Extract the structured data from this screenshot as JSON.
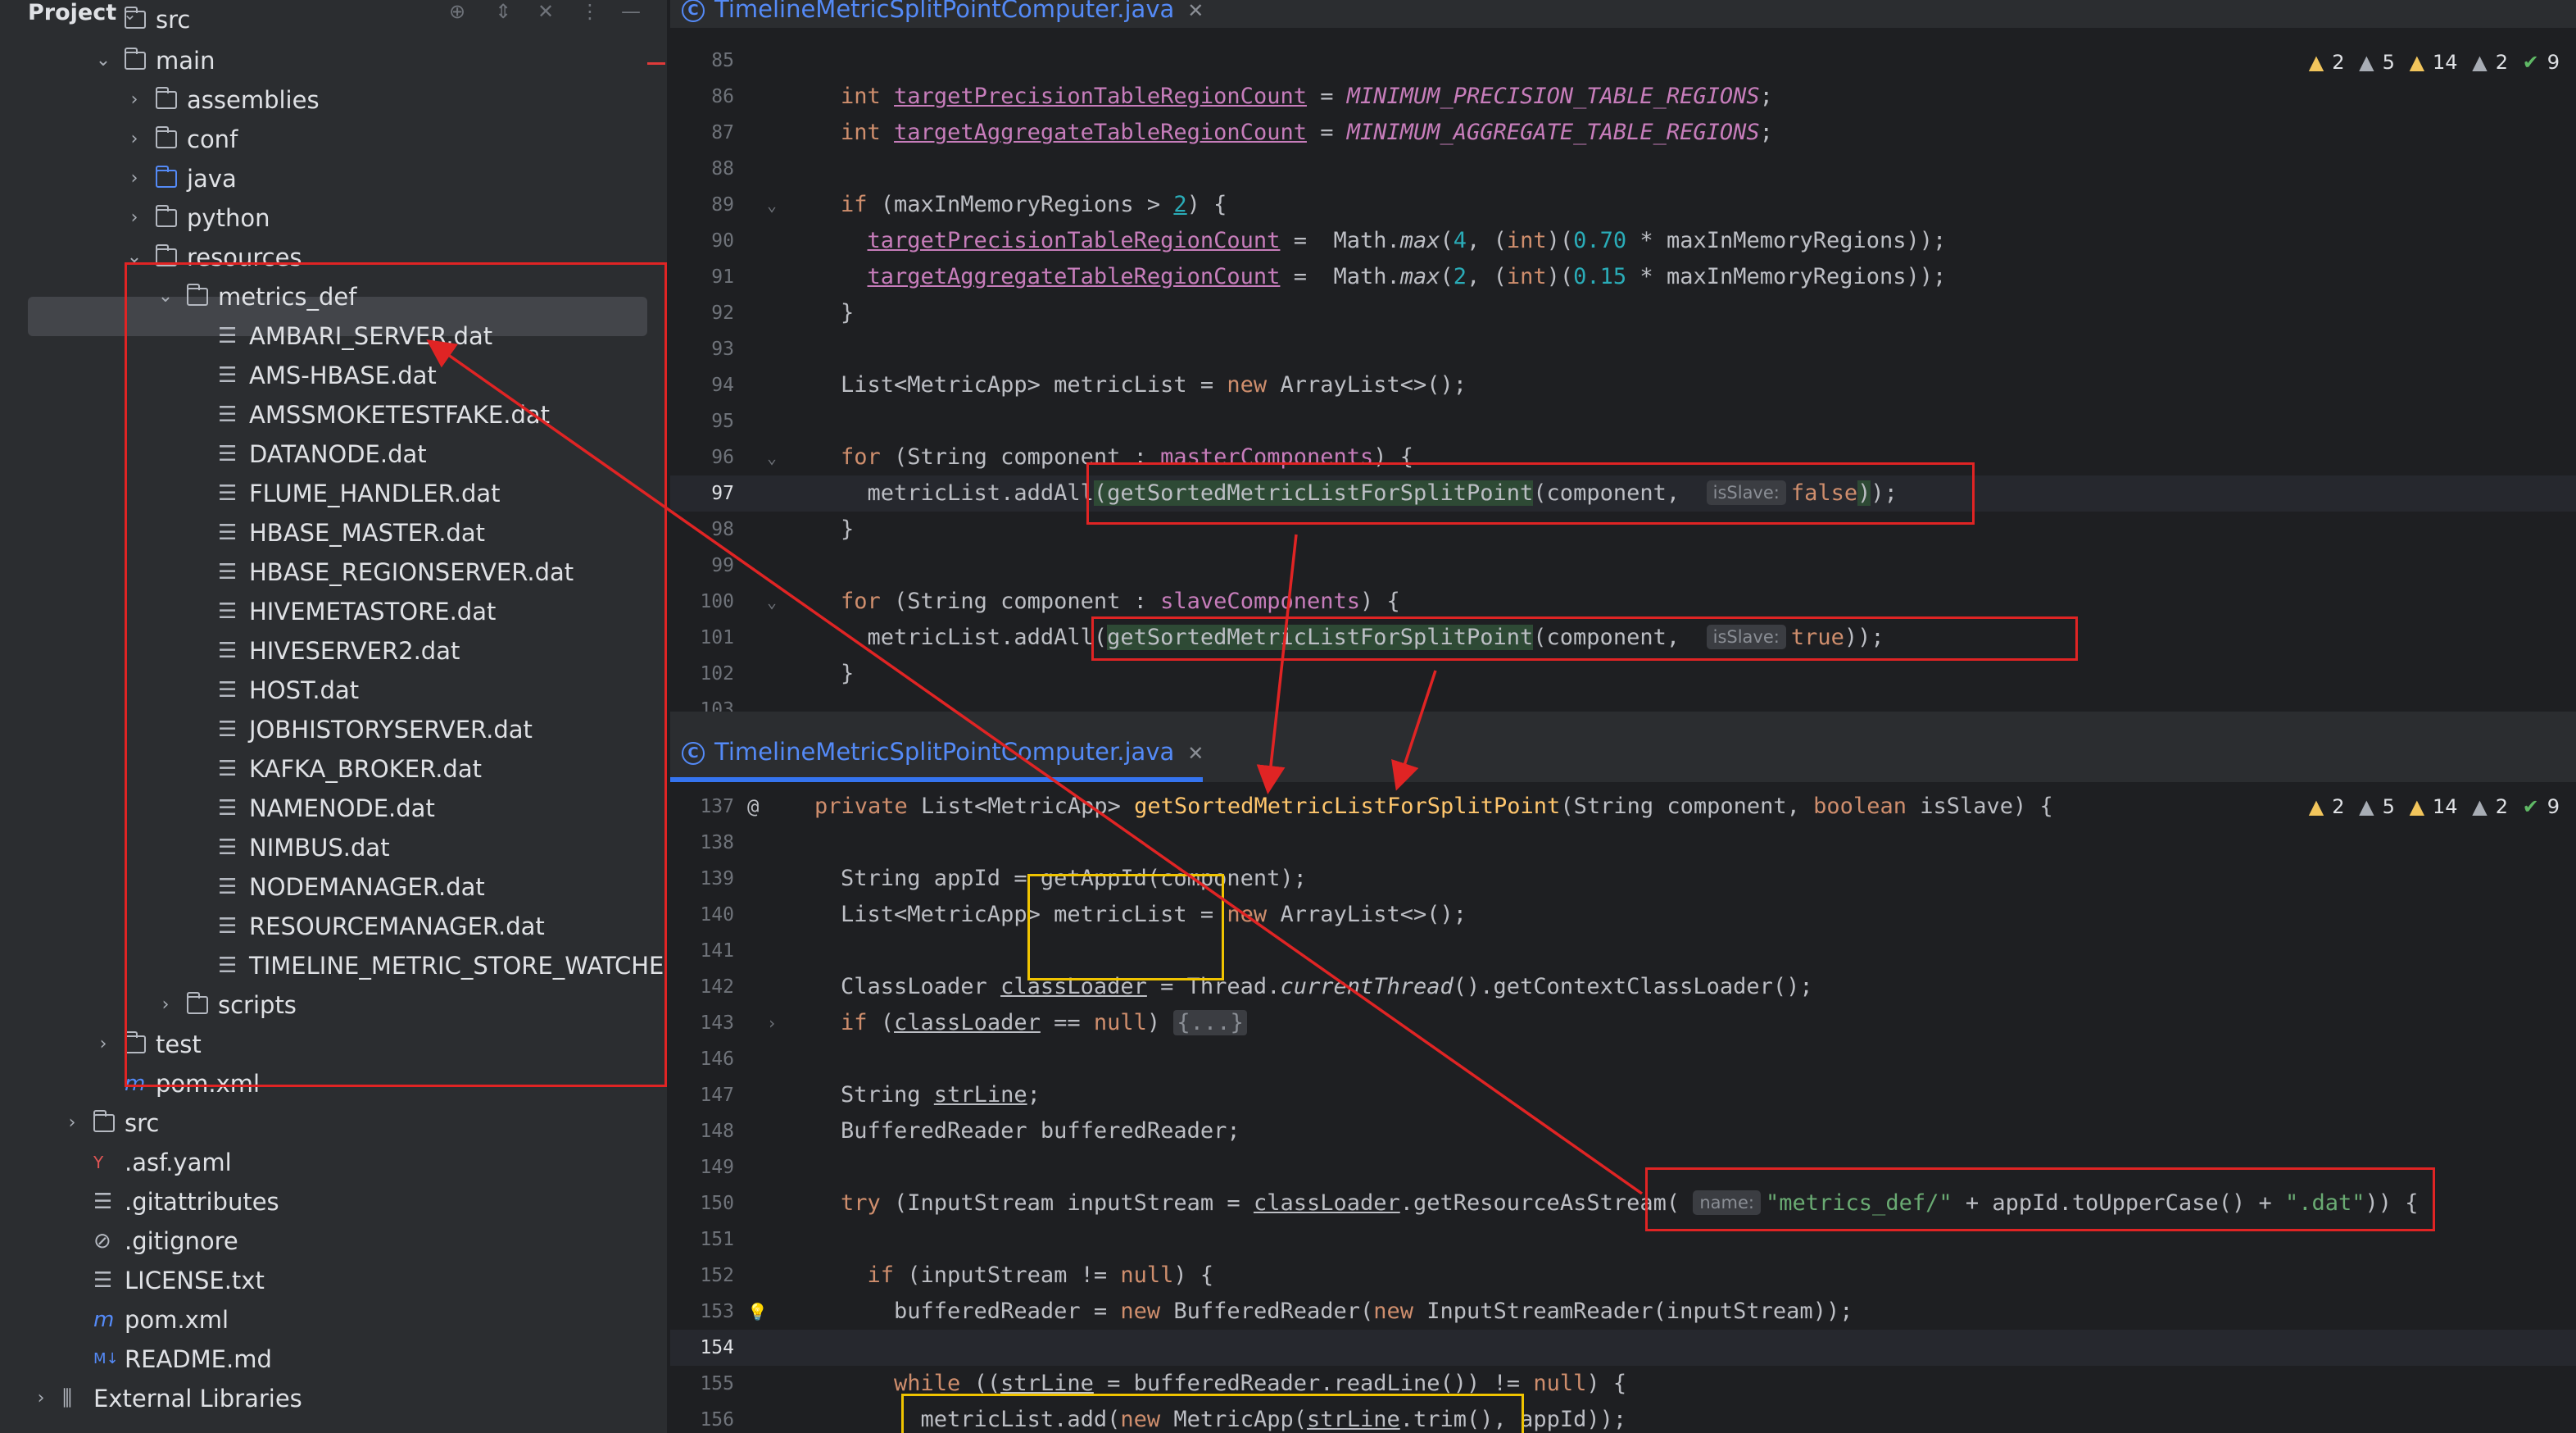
{
  "project_panel": {
    "title": "Project",
    "tree": [
      {
        "label": "src",
        "indent": 1,
        "type": "folder",
        "arrow": ""
      },
      {
        "label": "main",
        "indent": 1,
        "type": "folder",
        "arrow": "⌄"
      },
      {
        "label": "assemblies",
        "indent": 2,
        "type": "folder",
        "arrow": "›"
      },
      {
        "label": "conf",
        "indent": 2,
        "type": "folder",
        "arrow": "›"
      },
      {
        "label": "java",
        "indent": 2,
        "type": "folder-blue",
        "arrow": "›"
      },
      {
        "label": "python",
        "indent": 2,
        "type": "folder",
        "arrow": "›"
      },
      {
        "label": "resources",
        "indent": 2,
        "type": "folder",
        "arrow": "⌄"
      },
      {
        "label": "metrics_def",
        "indent": 3,
        "type": "folder",
        "arrow": "⌄"
      },
      {
        "label": "AMBARI_SERVER.dat",
        "indent": 4,
        "type": "file",
        "arrow": ""
      },
      {
        "label": "AMS-HBASE.dat",
        "indent": 4,
        "type": "file",
        "arrow": ""
      },
      {
        "label": "AMSSMOKETESTFAKE.dat",
        "indent": 4,
        "type": "file",
        "arrow": ""
      },
      {
        "label": "DATANODE.dat",
        "indent": 4,
        "type": "file",
        "arrow": ""
      },
      {
        "label": "FLUME_HANDLER.dat",
        "indent": 4,
        "type": "file",
        "arrow": ""
      },
      {
        "label": "HBASE_MASTER.dat",
        "indent": 4,
        "type": "file",
        "arrow": ""
      },
      {
        "label": "HBASE_REGIONSERVER.dat",
        "indent": 4,
        "type": "file",
        "arrow": ""
      },
      {
        "label": "HIVEMETASTORE.dat",
        "indent": 4,
        "type": "file",
        "arrow": ""
      },
      {
        "label": "HIVESERVER2.dat",
        "indent": 4,
        "type": "file",
        "arrow": ""
      },
      {
        "label": "HOST.dat",
        "indent": 4,
        "type": "file",
        "arrow": ""
      },
      {
        "label": "JOBHISTORYSERVER.dat",
        "indent": 4,
        "type": "file",
        "arrow": ""
      },
      {
        "label": "KAFKA_BROKER.dat",
        "indent": 4,
        "type": "file",
        "arrow": ""
      },
      {
        "label": "NAMENODE.dat",
        "indent": 4,
        "type": "file",
        "arrow": ""
      },
      {
        "label": "NIMBUS.dat",
        "indent": 4,
        "type": "file",
        "arrow": ""
      },
      {
        "label": "NODEMANAGER.dat",
        "indent": 4,
        "type": "file",
        "arrow": ""
      },
      {
        "label": "RESOURCEMANAGER.dat",
        "indent": 4,
        "type": "file",
        "arrow": ""
      },
      {
        "label": "TIMELINE_METRIC_STORE_WATCHE",
        "indent": 4,
        "type": "file",
        "arrow": ""
      },
      {
        "label": "scripts",
        "indent": 3,
        "type": "folder",
        "arrow": "›"
      },
      {
        "label": "test",
        "indent": 1,
        "type": "folder",
        "arrow": "›"
      },
      {
        "label": "pom.xml",
        "indent": 1,
        "type": "maven",
        "arrow": ""
      },
      {
        "label": "src",
        "indent": 0,
        "type": "folder",
        "arrow": "›"
      },
      {
        "label": ".asf.yaml",
        "indent": 0,
        "type": "yaml",
        "arrow": ""
      },
      {
        "label": ".gitattributes",
        "indent": 0,
        "type": "file",
        "arrow": ""
      },
      {
        "label": ".gitignore",
        "indent": 0,
        "type": "ignore",
        "arrow": ""
      },
      {
        "label": "LICENSE.txt",
        "indent": 0,
        "type": "file",
        "arrow": ""
      },
      {
        "label": "pom.xml",
        "indent": 0,
        "type": "maven",
        "arrow": ""
      },
      {
        "label": "README.md",
        "indent": 0,
        "type": "markdown",
        "arrow": ""
      },
      {
        "label": "External Libraries",
        "indent": -1,
        "type": "library",
        "arrow": "›"
      }
    ]
  },
  "editor_top": {
    "tab_label": "TimelineMetricSplitPointComputer.java",
    "inspections": {
      "w1": "2",
      "w2": "5",
      "w3": "14",
      "w4": "2",
      "ok": "9"
    },
    "lines": [
      {
        "n": "85",
        "html": ""
      },
      {
        "n": "86",
        "html": "<span class='kw'>int</span> <span class='fld ul'>targetPrecisionTableRegionCount</span> = <span class='const'>MINIMUM_PRECISION_TABLE_REGIONS</span>;"
      },
      {
        "n": "87",
        "html": "<span class='kw'>int</span> <span class='fld ul'>targetAggregateTableRegionCount</span> = <span class='const'>MINIMUM_AGGREGATE_TABLE_REGIONS</span>;"
      },
      {
        "n": "88",
        "html": ""
      },
      {
        "n": "89",
        "html": "<span class='kw'>if</span> (maxInMemoryRegions &gt; <span class='num ul'>2</span>) {",
        "fold": "⌄"
      },
      {
        "n": "90",
        "html": "  <span class='fld ul'>targetPrecisionTableRegionCount</span> =  Math.<span class='stat'>max</span>(<span class='num'>4</span>, (<span class='kw'>int</span>)(<span class='num'>0.70</span> * maxInMemoryRegions));"
      },
      {
        "n": "91",
        "html": "  <span class='fld ul'>targetAggregateTableRegionCount</span> =  Math.<span class='stat'>max</span>(<span class='num'>2</span>, (<span class='kw'>int</span>)(<span class='num'>0.15</span> * maxInMemoryRegions));"
      },
      {
        "n": "92",
        "html": "}"
      },
      {
        "n": "93",
        "html": ""
      },
      {
        "n": "94",
        "html": "List&lt;MetricApp&gt; metricList = <span class='kw'>new</span> ArrayList&lt;&gt;();"
      },
      {
        "n": "95",
        "html": ""
      },
      {
        "n": "96",
        "html": "<span class='kw'>for</span> (String component : <span class='fld'>masterComponents</span>) {",
        "fold": "⌄"
      },
      {
        "n": "97",
        "html": "  metricList.addAll<span class='hlbox'>(</span><span class='hlbox'>getSortedMetricListForSplitPoint</span>(component,  <span class='hint'>isSlave:</span><span class='kw'>false</span><span class='hlbox'>)</span>);",
        "active": true
      },
      {
        "n": "98",
        "html": "}"
      },
      {
        "n": "99",
        "html": ""
      },
      {
        "n": "100",
        "html": "<span class='kw'>for</span> (String component : <span class='fld'>slaveComponents</span>) {",
        "fold": "⌄"
      },
      {
        "n": "101",
        "html": "  metricList.addAll(<span class='hlbox'>getSortedMetricListForSplitPoint</span>(component,  <span class='hint'>isSlave:</span><span class='kw'>true</span>));"
      },
      {
        "n": "102",
        "html": "}"
      },
      {
        "n": "103",
        "html": ""
      }
    ]
  },
  "editor_bottom": {
    "tab_label": "TimelineMetricSplitPointComputer.java",
    "inspections": {
      "w1": "2",
      "w2": "5",
      "w3": "14",
      "w4": "2",
      "ok": "9"
    },
    "lines": [
      {
        "n": "137",
        "html": "<span class='kw'>private</span> List&lt;MetricApp&gt; <span class='fn' style='color:#ffc66d'>getSortedMetricListForSplitPoint</span>(String component, <span class='kw'>boolean</span> isSlave) {",
        "code_indent": 0,
        "gicon": "@"
      },
      {
        "n": "138",
        "html": ""
      },
      {
        "n": "139",
        "html": "String appId = getAppId(component);"
      },
      {
        "n": "140",
        "html": "List&lt;MetricApp&gt; metricList = <span class='kw'>new</span> ArrayList&lt;&gt;();"
      },
      {
        "n": "141",
        "html": ""
      },
      {
        "n": "142",
        "html": "ClassLoader <span class='ul'>classLoader</span> = Thread.<span class='stat'>currentThread</span>().getContextClassLoader();"
      },
      {
        "n": "143",
        "html": "<span class='kw'>if</span> (<span class='ul'>classLoader</span> == <span class='kw'>null</span>) <span class='folded'>{...}</span>",
        "fold": "›"
      },
      {
        "n": "146",
        "html": ""
      },
      {
        "n": "147",
        "html": "String <span class='ul'>strLine</span>;"
      },
      {
        "n": "148",
        "html": "BufferedReader bufferedReader;"
      },
      {
        "n": "149",
        "html": ""
      },
      {
        "n": "150",
        "html": "<span class='kw'>try</span> (InputStream inputStream = <span class='ul'>classLoader</span>.getResourceAsStream( <span class='hint'>name:</span><span class='str'>\"metrics_def/\"</span> + appId.toUpperCase() + <span class='str'>\".dat\"</span>)) {"
      },
      {
        "n": "151",
        "html": ""
      },
      {
        "n": "152",
        "html": "  <span class='kw'>if</span> (inputStream != <span class='kw'>null</span>) {"
      },
      {
        "n": "153",
        "html": "    bufferedReader = <span class='kw'>new</span> BufferedReader(<span class='kw'>new</span> InputStreamReader(inputStream));",
        "gicon": "bulb"
      },
      {
        "n": "154",
        "html": "",
        "active": true
      },
      {
        "n": "155",
        "html": "    <span class='kw'>while</span> ((<span class='ul'>strLine</span> = bufferedReader.readLine()) != <span class='kw'>null</span>) {"
      },
      {
        "n": "156",
        "html": "      metricList.add(<span class='kw'>new</span> MetricApp(<span class='ul'>strLine</span>.trim(), appId));"
      }
    ]
  },
  "colors": {
    "red_annotation": "#e02424",
    "yellow_annotation": "#f0c400",
    "accent": "#3574f0"
  }
}
